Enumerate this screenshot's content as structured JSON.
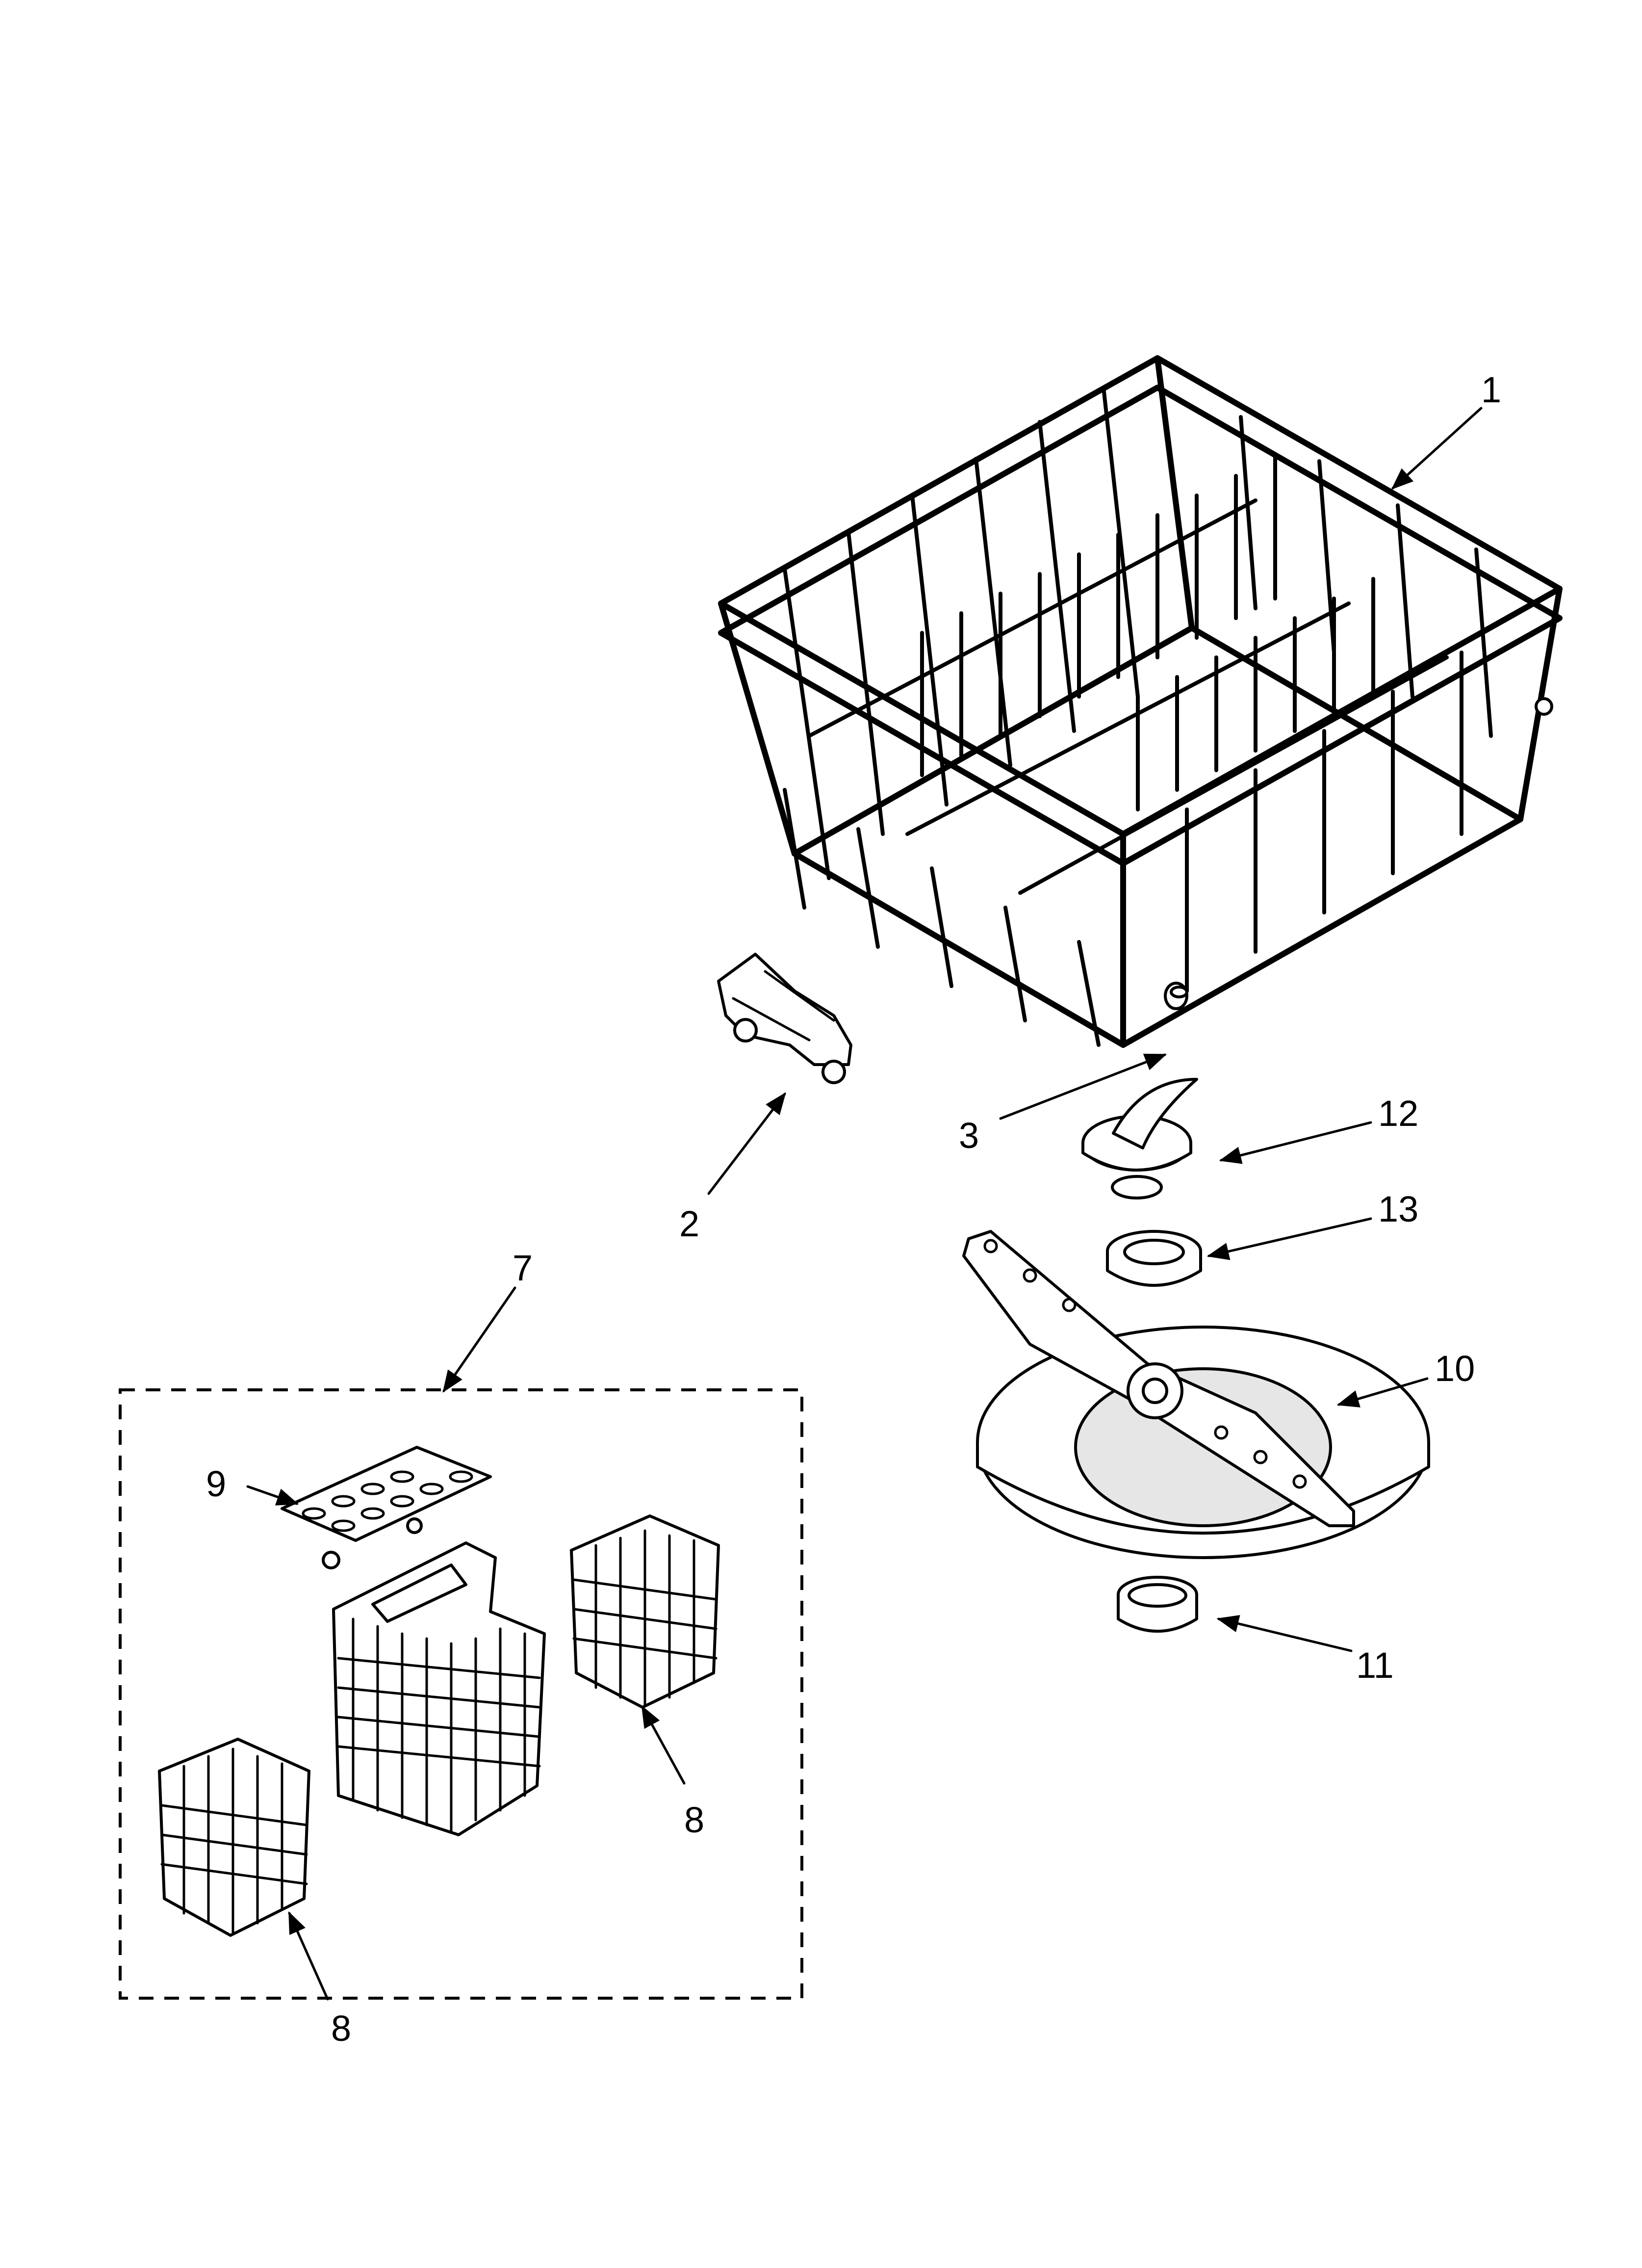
{
  "colors": {
    "line": "#000000",
    "background": "#ffffff",
    "part_shade": "#e6e6e6"
  },
  "callouts": {
    "c1": "1",
    "c2": "2",
    "c3": "3",
    "c7": "7",
    "c8a": "8",
    "c8b": "8",
    "c9": "9",
    "c10": "10",
    "c11": "11",
    "c12": "12",
    "c13": "13"
  }
}
